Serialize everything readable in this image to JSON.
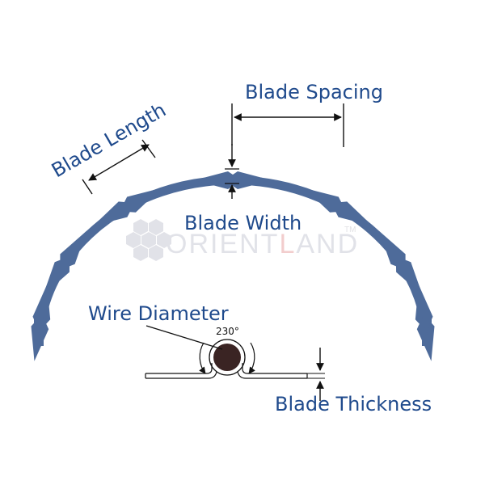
{
  "labels": {
    "blade_spacing": "Blade Spacing",
    "blade_length": "Blade Length",
    "blade_width": "Blade Width",
    "wire_diameter": "Wire Diameter",
    "blade_thickness": "Blade Thickness",
    "angle": "230°"
  },
  "watermark": {
    "text_before": "ORIENT",
    "text_highlight": "L",
    "text_after": "AND",
    "trademark": "TM"
  },
  "colors": {
    "blade": "#4e6b9a",
    "label": "#1f4a8c",
    "watermark_gray": "#c9cbd6",
    "watermark_red": "#e8a6a6",
    "wire": "#3a2423"
  }
}
